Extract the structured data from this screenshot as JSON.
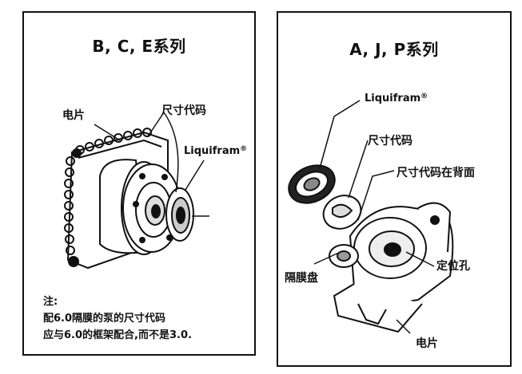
{
  "left": {
    "title": "B, C, E系列",
    "labels": {
      "electrode": "电片",
      "size_code": "尺寸代码",
      "liquifram": "Liquifram",
      "reg": "®"
    },
    "note": {
      "heading": "注:",
      "line1": "配6.0隔膜的泵的尺寸代码",
      "line2": "应与6.0的框架配合,而不是3.0."
    }
  },
  "right": {
    "title": "A, J, P系列",
    "labels": {
      "liquifram": "Liquifram",
      "reg": "®",
      "size_code": "尺寸代码",
      "size_code_back": "尺寸代码在背面",
      "locating_hole": "定位孔",
      "diaphragm_disc": "隔膜盘",
      "electrode": "电片"
    }
  }
}
